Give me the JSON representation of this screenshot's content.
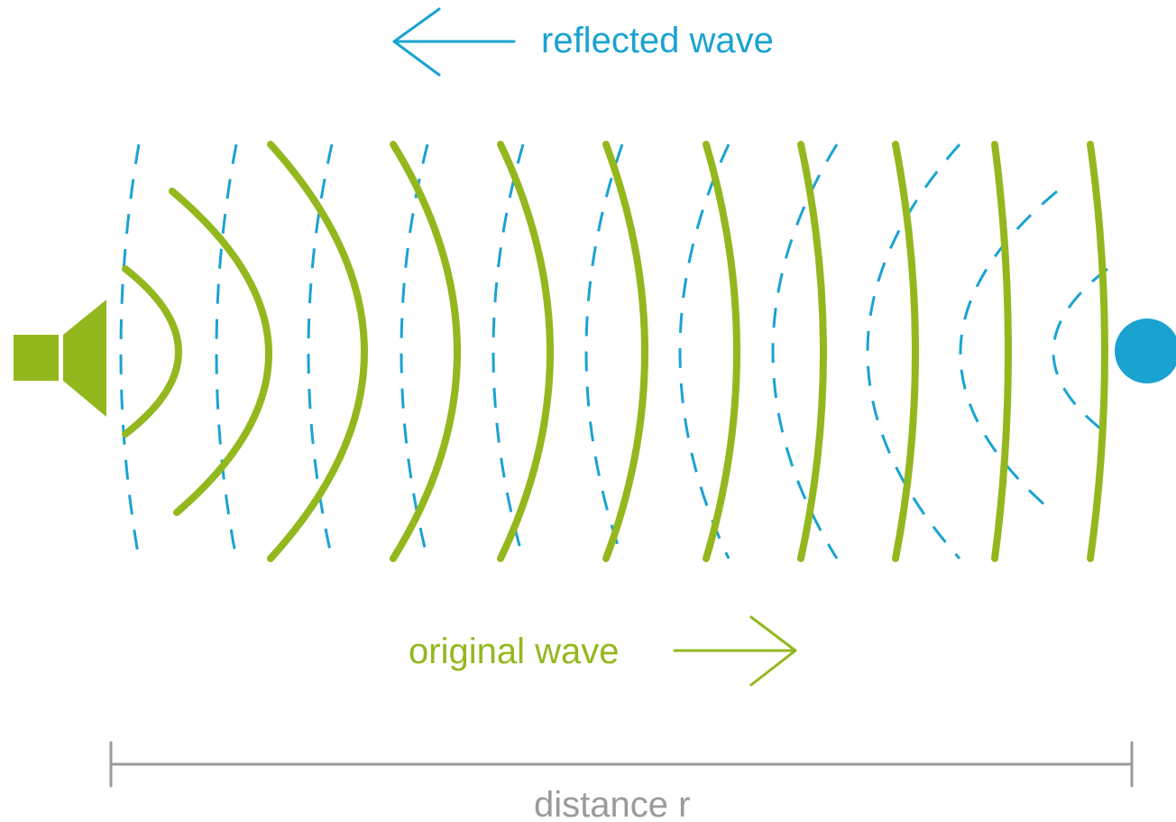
{
  "labels": {
    "reflected": "reflected wave",
    "original": "original wave",
    "distance": "distance r"
  },
  "colors": {
    "original": "#93b81e",
    "reflected": "#1aa3d1",
    "distance": "#9a9a9a",
    "background": "#ffffff"
  },
  "icons": {
    "source": "speaker-icon",
    "reflector": "reflector-dot-icon"
  },
  "waves": {
    "original_front_count": 11,
    "reflected_front_count": 11
  }
}
